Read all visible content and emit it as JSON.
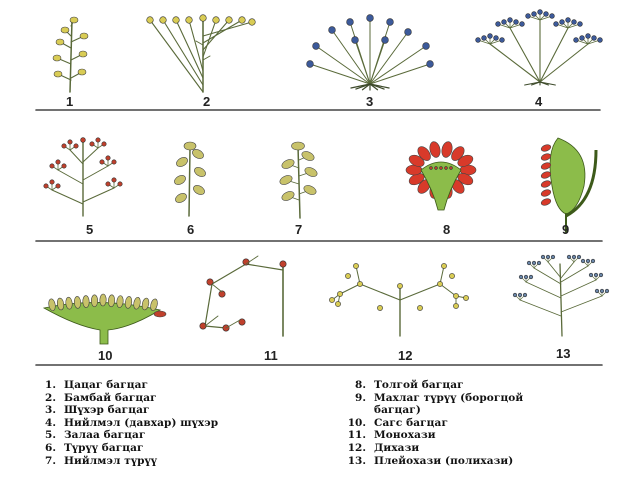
{
  "figures": [
    {
      "number": "1",
      "kind": "spike"
    },
    {
      "number": "2",
      "kind": "corymb"
    },
    {
      "number": "3",
      "kind": "umbel"
    },
    {
      "number": "4",
      "kind": "compound-umbel"
    },
    {
      "number": "5",
      "kind": "panicle"
    },
    {
      "number": "6",
      "kind": "spike"
    },
    {
      "number": "7",
      "kind": "raceme"
    },
    {
      "number": "8",
      "kind": "head"
    },
    {
      "number": "9",
      "kind": "syconium"
    },
    {
      "number": "10",
      "kind": "basket"
    },
    {
      "number": "11",
      "kind": "monochasium"
    },
    {
      "number": "12",
      "kind": "dichasium"
    },
    {
      "number": "13",
      "kind": "pleiochasium"
    }
  ],
  "legend_left": [
    {
      "n": "1.",
      "text": "Цацаг багцаг"
    },
    {
      "n": "2.",
      "text": "Бамбай багцаг"
    },
    {
      "n": "3.",
      "text": "Шүхэр багцаг"
    },
    {
      "n": "4.",
      "text": "Нийлмэл (давхар) шүхэр"
    },
    {
      "n": "5.",
      "text": "Залаа багцаг"
    },
    {
      "n": "6.",
      "text": "Түрүү багцаг"
    },
    {
      "n": "7.",
      "text": "Нийлмэл түрүү"
    }
  ],
  "legend_right": [
    {
      "n": "8.",
      "text": "Толгой багцаг"
    },
    {
      "n": "9.",
      "text": "Махлаг түрүү (борогцой"
    },
    {
      "n": "",
      "text": "багцаг)"
    },
    {
      "n": "10.",
      "text": "Сагс багцаг"
    },
    {
      "n": "11.",
      "text": "Монохази"
    },
    {
      "n": "12.",
      "text": "Дихази"
    },
    {
      "n": "13.",
      "text": "Плейохази (полихази)"
    }
  ],
  "colors": {
    "stem": "#5a6a3a",
    "yellow_bud": "#d9cc55",
    "blue_bud": "#3c5a9a",
    "red_bud": "#c0402c",
    "green_receptacle": "#8cbc4a",
    "petal_red": "#d83a2a",
    "rule": "#444444"
  }
}
